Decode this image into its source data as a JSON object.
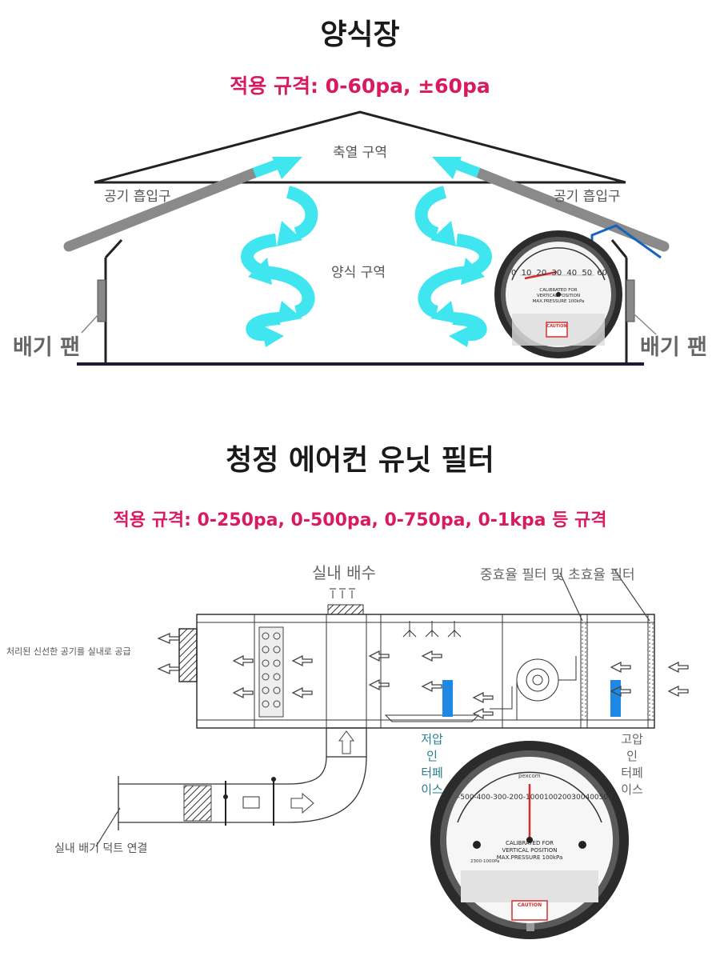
{
  "section1": {
    "title": "양식장",
    "spec": "적용 규격: 0-60pa, ±60pa",
    "heat_zone": "축열 구역",
    "air_inlet_left": "공기 흡입구",
    "air_inlet_right": "공기 흡입구",
    "breeding_zone": "양식 구역",
    "exhaust_fan_left": "배기 팬",
    "exhaust_fan_right": "배기 팬",
    "gauge": {
      "ticks": [
        "0",
        "10",
        "20",
        "30",
        "40",
        "50",
        "60"
      ],
      "line1": "CALIBRATED FOR",
      "line2": "VERTICAL POSITION",
      "line3": "MAX.PRESSURE 100kPa",
      "caution": "CAUTION"
    }
  },
  "section2": {
    "title": "청정 에어컨 유닛 필터",
    "spec": "적용 규격: 0-250pa, 0-500pa, 0-750pa, 0-1kpa 등 규격",
    "drain": "실내 배수",
    "filters": "중효율 필터 및 초효율 필터",
    "supply": "처리된 신선한 공기를 실내로 공급",
    "low_pressure": [
      "저압",
      "인",
      "터페",
      "이스"
    ],
    "high_pressure": [
      "고압",
      "인",
      "터페",
      "이스"
    ],
    "exhaust_duct": "실내 배기 덕트 연결",
    "gauge": {
      "brand": "pexcom",
      "ticks": [
        "-500",
        "-400",
        "-300",
        "-200",
        "-100",
        "0",
        "100",
        "200",
        "300",
        "400",
        "500"
      ],
      "line1": "CALIBRATED FOR",
      "line2": "VERTICAL POSITION",
      "line3": "MAX.PRESSURE 100kPa",
      "range": "2300-1000Pa",
      "caution": "CAUTION"
    }
  },
  "colors": {
    "spec": "#d81b60",
    "arrow": "#3fe6f0",
    "pipe": "#8a8a8a",
    "interface": "#1e88e5"
  }
}
